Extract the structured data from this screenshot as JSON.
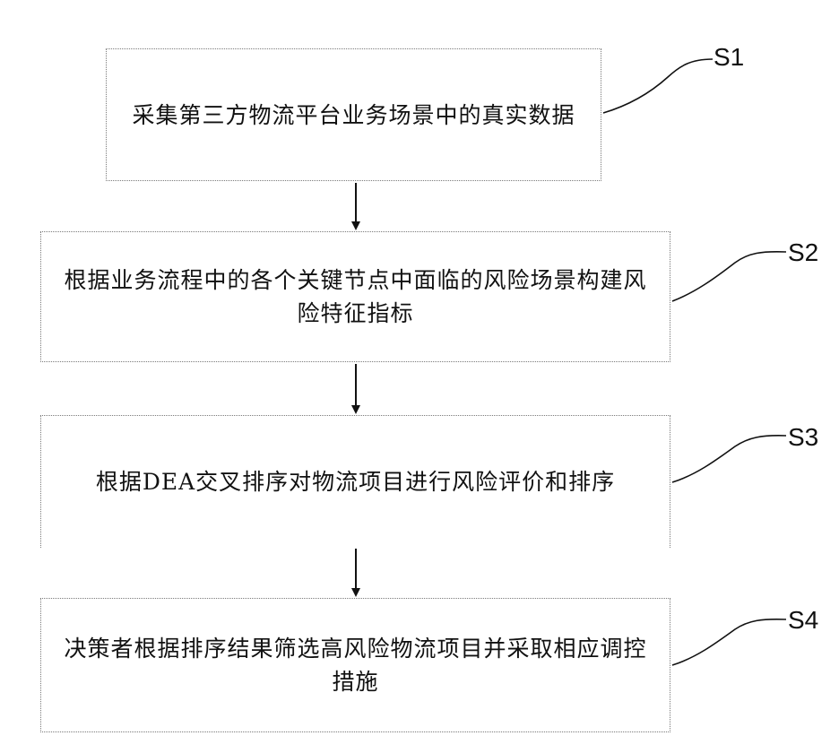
{
  "steps": [
    {
      "label": "S1",
      "text": "采集第三方物流平台业务场景中的真实数据"
    },
    {
      "label": "S2",
      "text": "根据业务流程中的各个关键节点中面临的风险场景构建风险特征指标"
    },
    {
      "label": "S3",
      "text": "根据DEA交叉排序对物流项目进行风险评价和排序"
    },
    {
      "label": "S4",
      "text": "决策者根据排序结果筛选高风险物流项目并采取相应调控措施"
    }
  ]
}
